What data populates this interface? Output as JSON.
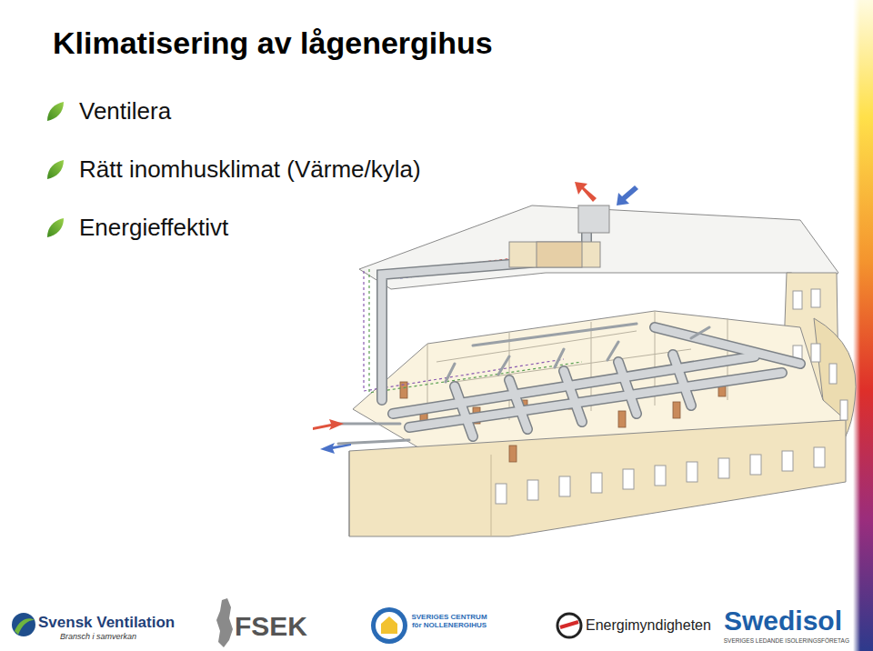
{
  "diagram": {
    "title": "Klimatisering av lågenergihus",
    "labels": [
      "Ventilera",
      "Rätt inomhusklimat (Värme/kyla)",
      "Energieffektivt",
      "Svensk Ventilation",
      "Bransch i samverkan",
      "FSEK",
      "SVERIGES CENTRUM för NOLLENERGIHUS",
      "Energimyndigheten",
      "Swedisol",
      "SVERIGES LEDANDE ISOLERINGSFÖRETAG"
    ]
  }
}
